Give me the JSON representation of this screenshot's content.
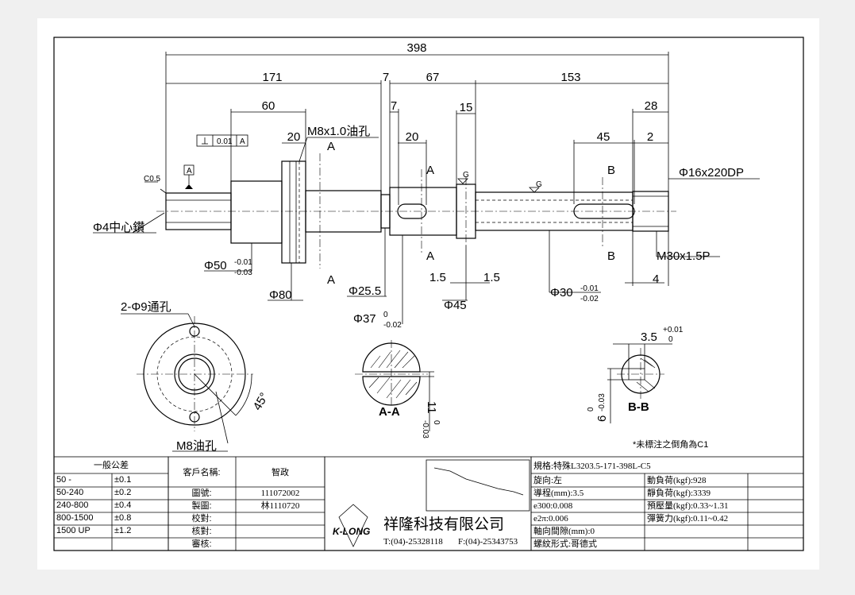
{
  "dimensions": {
    "overall": "398",
    "seg1": "171",
    "seg2": "7",
    "seg3": "67",
    "seg4": "153",
    "flange_pos": "60",
    "flange_w": "20",
    "oil_hole": "M8x1.0油孔",
    "small_7": "7",
    "groove_20": "20",
    "nut_15": "15",
    "key_45": "45",
    "end_2": "2",
    "end_28": "28",
    "thread_dp": "Φ16x220DP",
    "chamfer": "C0.5",
    "center_drill": "Φ4中心鑽",
    "d50": "Φ50",
    "d50_tol_up": "-0.01",
    "d50_tol_dn": "-0.03",
    "d80": "Φ80",
    "d25_5": "Φ25.5",
    "d37": "Φ37",
    "d37_tol_up": "0",
    "d37_tol_dn": "-0.02",
    "d45": "Φ45",
    "gap1": "1.5",
    "gap2": "1.5",
    "d30": "Φ30",
    "d30_tol_up": "-0.01",
    "d30_tol_dn": "-0.02",
    "m30": "M30x1.5P",
    "end_4": "4",
    "holes": "2-Φ9通孔",
    "m8_oil": "M8油孔",
    "angle": "45°",
    "key_w": "3.5",
    "key_w_up": "+0.01",
    "key_w_dn": "0",
    "sec_aa_h": "11",
    "sec_aa_up": "0",
    "sec_aa_dn": "-0.03",
    "sec_bb_h": "6",
    "sec_bb_up": "0",
    "sec_bb_dn": "-0.03",
    "perp_tol": "0.01",
    "datum": "A",
    "sec_letter_a": "A",
    "sec_letter_b": "B",
    "grind": "G"
  },
  "sections": {
    "aa": "A-A",
    "bb": "B-B"
  },
  "note": "*未標注之倒角為C1",
  "tolerance_table": {
    "title": "一般公差",
    "rows": [
      {
        "range": "50 -",
        "tol": "±0.1"
      },
      {
        "range": "50-240",
        "tol": "±0.2"
      },
      {
        "range": "240-800",
        "tol": "±0.4"
      },
      {
        "range": "800-1500",
        "tol": "±0.8"
      },
      {
        "range": "1500 UP",
        "tol": "±1.2"
      }
    ]
  },
  "title_block": {
    "customer_label": "客戶名稱:",
    "customer": "智政",
    "drawing_no_label": "圖號:",
    "drawing_no": "111072002",
    "drawn_label": "製圖:",
    "drawn": "林1110720",
    "check1_label": "校對:",
    "check2_label": "核對:",
    "approve_label": "審核:",
    "company": "祥隆科技有限公司",
    "tel": "T:(04)-25328118",
    "fax": "F:(04)-25343753",
    "logo": "K-LONG"
  },
  "spec_table": {
    "spec": "規格:特殊L3203.5-171-398L-C5",
    "direction": "旋向:左",
    "lead": "導程(mm):3.5",
    "e300": "e300:0.008",
    "e2pi": "e2π:0.006",
    "backlash": "軸向間隙(mm):0",
    "thread": "螺紋形式:哥德式",
    "dyn_load": "動負荷(kgf):928",
    "static_load": "靜負荷(kgf):3339",
    "preload": "預壓量(kgf):0.33~1.31",
    "spring": "彈簧力(kgf):0.11~0.42"
  },
  "colors": {
    "background": "#f0f0f0",
    "sheet": "#ffffff",
    "ink": "#000000"
  }
}
